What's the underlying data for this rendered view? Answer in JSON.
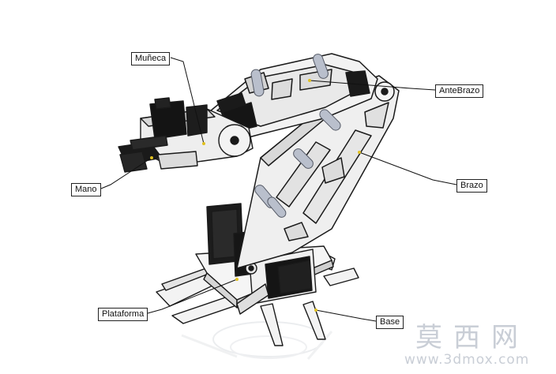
{
  "labels": {
    "muneca": "Muñeca",
    "antebrazo": "AnteBrazo",
    "mano": "Mano",
    "brazo": "Brazo",
    "plataforma": "Plataforma",
    "base": "Base"
  },
  "watermark": {
    "chinese": "莫西网",
    "url": "www.3dmox.com"
  },
  "colors": {
    "outline": "#1a1a1a",
    "panel": "#f3f3f3",
    "servo": "#151515",
    "rod": "#b9bfcc",
    "leader_dot": "#e0c020",
    "watermark": "#c9ced6"
  },
  "icons": [
    "robot-arm-illustration"
  ]
}
